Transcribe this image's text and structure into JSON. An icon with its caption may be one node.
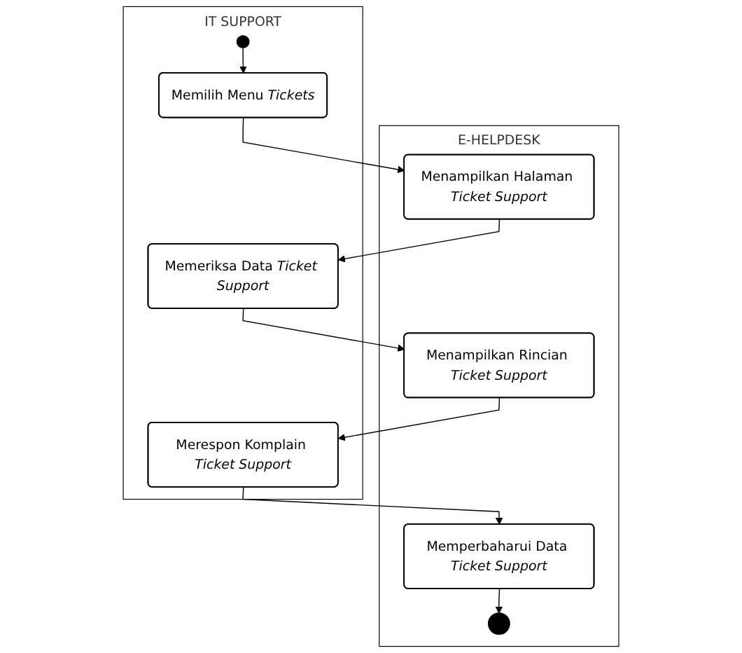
{
  "diagram": {
    "nodes": [
      {
        "text": [
          "IT SUPPORT"
        ]
      },
      {
        "text": [
          "E-HELPDESK"
        ]
      },
      {
        "text": [],
        "shape": "circle",
        "in": 0
      },
      {
        "text": [
          "Memilih Menu *Tickets*"
        ],
        "in": 0
      },
      {
        "text": [
          "Menampilkan Halaman *Ticket Support*"
        ],
        "in": 1
      },
      {
        "text": [
          "Memeriksa Data *Ticket Support*"
        ],
        "in": 0
      },
      {
        "text": [
          "Menampilkan Rincian *Ticket Support*"
        ],
        "in": 1
      },
      {
        "text": [
          "Merespon Komplain *Ticket Support*"
        ],
        "in": 0
      },
      {
        "text": [
          "Memperbaharui Data *Ticket Support*"
        ],
        "in": 1
      },
      {
        "text": [],
        "shape": "circle",
        "in": 1
      }
    ],
    "edges": [
      {
        "from": 2,
        "to": 3,
        "arrow": "to"
      },
      {
        "from": 3,
        "to": 4,
        "arrow": "to"
      },
      {
        "from": 4,
        "to": 5,
        "arrow": "to"
      },
      {
        "from": 5,
        "to": 6,
        "arrow": "to"
      },
      {
        "from": 6,
        "to": 7,
        "arrow": "to"
      },
      {
        "from": 7,
        "to": 8,
        "arrow": "to"
      },
      {
        "from": 8,
        "to": 9,
        "arrow": "to"
      }
    ]
  }
}
